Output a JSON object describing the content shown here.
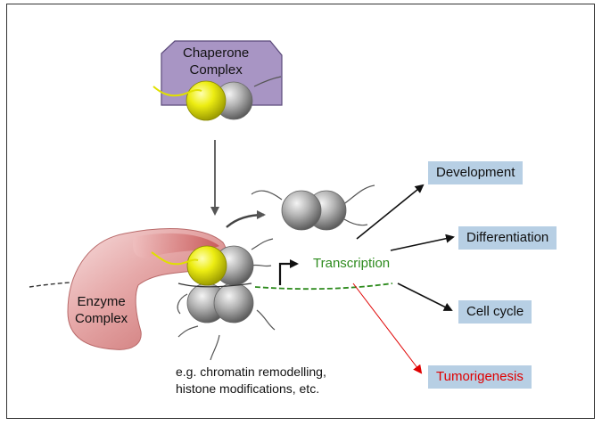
{
  "chaperone": {
    "line1": "Chaperone",
    "line2": "Complex"
  },
  "enzyme": {
    "line1": "Enzyme",
    "line2": "Complex"
  },
  "transcription": {
    "label": "Transcription",
    "color": "#2e8b1e"
  },
  "outcomes": {
    "development": "Development",
    "differentiation": "Differentiation",
    "cell_cycle": "Cell cycle",
    "tumorigenesis": "Tumorigenesis",
    "tumorigenesis_color": "#e00000"
  },
  "note": {
    "line1": "e.g. chromatin remodelling,",
    "line2": "histone modifications, etc."
  },
  "colors": {
    "chaperone_fill": "#a895c4",
    "enzyme_fill": "#e8a5a5",
    "histone_yellow": "#e8e800",
    "histone_gray": "#a9a9a9",
    "outcome_box": "#b7cfe4"
  }
}
